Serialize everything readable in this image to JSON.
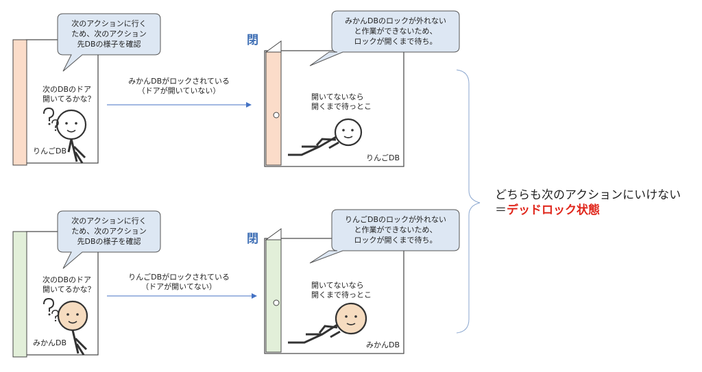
{
  "colors": {
    "apple_door": "#fbdcc9",
    "mikan_door": "#e2efd9",
    "bubble_fill": "#dde7f3",
    "bubble_stroke": "#555555",
    "arrow": "#4472c4",
    "closed_label": "#3f6fb5",
    "highlight": "#e0261b",
    "mikan_face": "#f6dcc0"
  },
  "panels": [
    {
      "room_label": "りんごDB",
      "thought_bubble": [
        "次のアクションに行く",
        "ため、次のアクション",
        "先DBの様子を確認"
      ],
      "question": [
        "次のDBのドア",
        "開いてるかな？"
      ],
      "arrow_label": [
        "みかんDBがロックされている",
        "（ドアが開いていない）"
      ],
      "closed_label": "閉",
      "wait_bubble": [
        "みかんDBのロックが外れない",
        "と作業ができないため、",
        "ロックが開くまで待ち。"
      ],
      "wait_text": [
        "開いてないなら",
        "開くまで待っとこ"
      ],
      "target_room_label": "りんごDB"
    },
    {
      "room_label": "みかんDB",
      "thought_bubble": [
        "次のアクションに行く",
        "ため、次のアクション",
        "先DBの様子を確認"
      ],
      "question": [
        "次のDBのドア",
        "開いてるかな？"
      ],
      "arrow_label": [
        "りんごDBがロックされている",
        "（ドアが開いてない）"
      ],
      "closed_label": "閉",
      "wait_bubble": [
        "りんごDBのロックが外れない",
        "と作業ができないため、",
        "ロックが開くまで待ち。"
      ],
      "wait_text": [
        "開いてないなら",
        "開くまで待っとこ"
      ],
      "target_room_label": "みかんDB"
    }
  ],
  "conclusion": {
    "line1": "どちらも次のアクションにいけない",
    "line2_prefix": "＝",
    "line2_highlight": "デッドロック状態"
  }
}
